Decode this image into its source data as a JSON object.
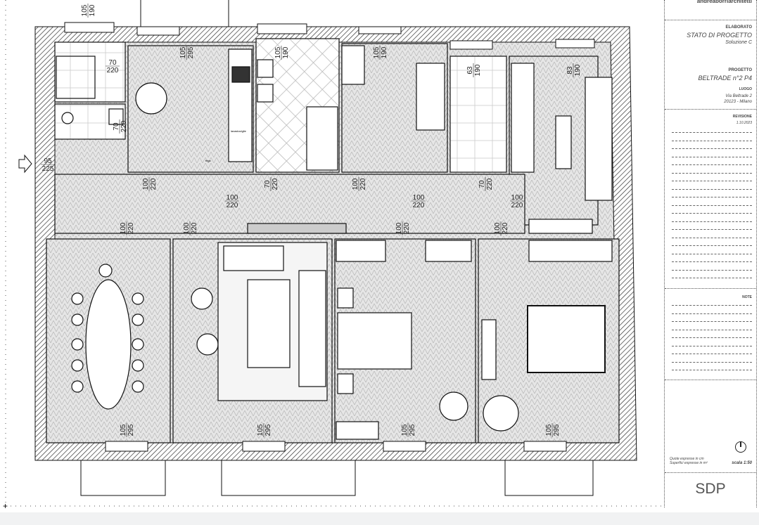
{
  "title_block": {
    "firm": "andreaborriarchitetti",
    "elaborato_label": "ELABORATO",
    "elaborato_value1": "STATO DI PROGETTO",
    "elaborato_value2": "Soluzione C",
    "progetto_label": "PROGETTO",
    "progetto_value": "BELTRADE n°2 P4",
    "luogo_label": "LUOGO",
    "luogo_line1": "Via Beltrade 2",
    "luogo_line2": "20123 - Milano",
    "revisione_label": "REVISIONE",
    "revisione_value": "1.10.2023",
    "note_label": "NOTE",
    "units_line1": "Quote espresse in cm",
    "units_line2": "Superfici espresse in m²",
    "scale": "scala 1:50",
    "code": "SDP"
  },
  "plan": {
    "entrance_arrow": "arrow-right-icon",
    "north_arrow": "north-arrow-icon",
    "kitchen_labels": [
      "lavastoviglie",
      "frigo"
    ],
    "dimensions": [
      {
        "w": "105",
        "h": "190"
      },
      {
        "w": "105",
        "h": "295"
      },
      {
        "w": "105",
        "h": "190"
      },
      {
        "w": "105",
        "h": "190"
      },
      {
        "w": "63",
        "h": "190"
      },
      {
        "w": "83",
        "h": "190"
      },
      {
        "w": "70",
        "h": "220"
      },
      {
        "w": "70",
        "h": "220"
      },
      {
        "w": "95",
        "h": "225"
      },
      {
        "w": "100",
        "h": "220"
      },
      {
        "w": "70",
        "h": "220"
      },
      {
        "w": "100",
        "h": "220"
      },
      {
        "w": "70",
        "h": "220"
      },
      {
        "w": "100",
        "h": "220"
      },
      {
        "w": "100",
        "h": "220"
      },
      {
        "w": "100",
        "h": "220"
      },
      {
        "w": "100",
        "h": "220"
      },
      {
        "w": "100",
        "h": "220"
      },
      {
        "w": "100",
        "h": "220"
      },
      {
        "w": "100",
        "h": "220"
      },
      {
        "w": "105",
        "h": "295"
      },
      {
        "w": "105",
        "h": "295"
      },
      {
        "w": "105",
        "h": "295"
      },
      {
        "w": "105",
        "h": "295"
      }
    ]
  },
  "colors": {
    "wall_hatch": "#333333",
    "floor": "#e2e2e2",
    "line": "#111111",
    "band": "#f1f2f3"
  }
}
